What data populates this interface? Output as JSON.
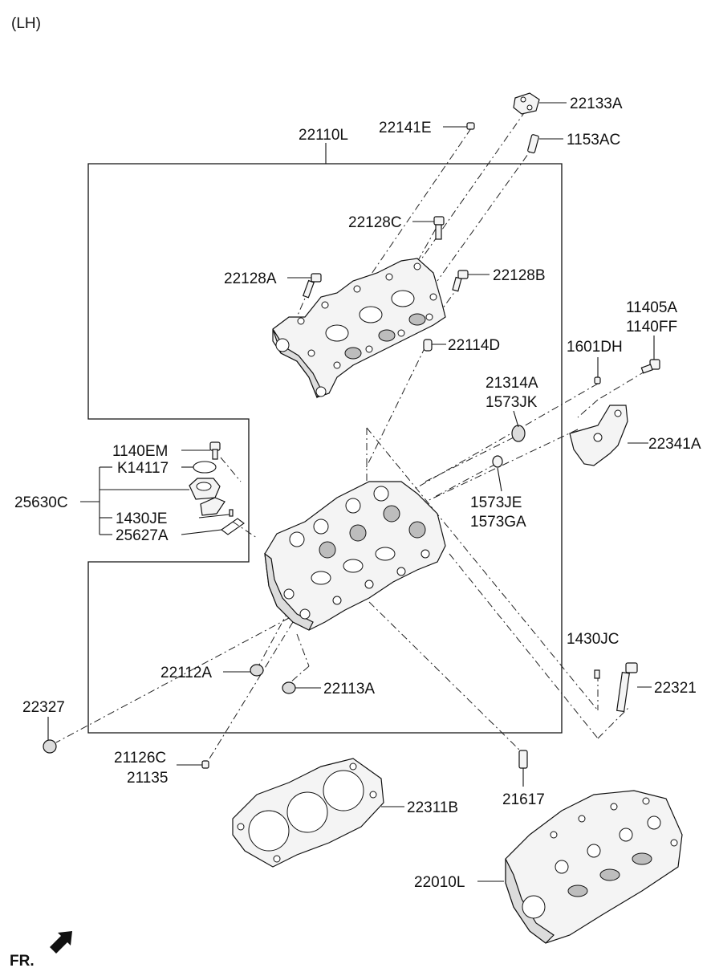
{
  "header": {
    "variant": "(LH)"
  },
  "footer": {
    "direction": "FR."
  },
  "parts": {
    "p22133A": "22133A",
    "p22141E": "22141E",
    "p1153AC": "1153AC",
    "p22110L": "22110L",
    "p22128C": "22128C",
    "p22128A": "22128A",
    "p22128B": "22128B",
    "p11405A": "11405A",
    "p1140FF": "1140FF",
    "p1601DH": "1601DH",
    "p22114D": "22114D",
    "p21314A": "21314A",
    "p1573JK": "1573JK",
    "p1140EM": "1140EM",
    "pK14117": "K14117",
    "p22341A": "22341A",
    "p25630C": "25630C",
    "p1573JE": "1573JE",
    "p1573GA": "1573GA",
    "p1430JE": "1430JE",
    "p25627A": "25627A",
    "p1430JC": "1430JC",
    "p22112A": "22112A",
    "p22321": "22321",
    "p22113A": "22113A",
    "p22327": "22327",
    "p21126C": "21126C",
    "p21135": "21135",
    "p21617": "21617",
    "p22311B": "22311B",
    "p22010L": "22010L"
  }
}
